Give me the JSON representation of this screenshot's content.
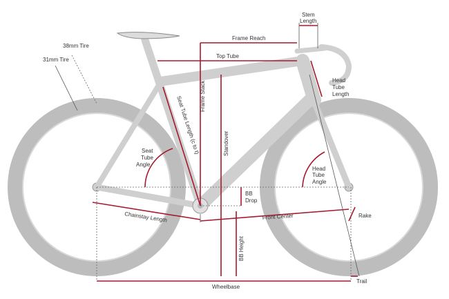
{
  "labels": {
    "stem_length_1": "Stem",
    "stem_length_2": "Length",
    "frame_reach": "Frame Reach",
    "top_tube": "Top Tube",
    "tire_38": "38mm Tire",
    "tire_31": "31mm Tire",
    "head_tube_length_1": "Head",
    "head_tube_length_2": "Tube",
    "head_tube_length_3": "Length",
    "seat_tube_length": "Seat Tube Length (c to t)",
    "frame_stack": "Frame Stack",
    "standover": "Standover",
    "seat_tube_angle_1": "Seat",
    "seat_tube_angle_2": "Tube",
    "seat_tube_angle_3": "Angle",
    "head_tube_angle_1": "Head",
    "head_tube_angle_2": "Tube",
    "head_tube_angle_3": "Angle",
    "bb_drop_1": "BB",
    "bb_drop_2": "Drop",
    "chainstay_length": "Chainstay Length",
    "front_center": "Front Center",
    "rake": "Rake",
    "bb_height": "BB Height",
    "wheelbase": "Wheelbase",
    "trail": "Trail"
  },
  "colors": {
    "dimension": "#a5192e",
    "frame": "#cfcfcf",
    "tire": "#bdbdbd",
    "text": "#333333"
  }
}
